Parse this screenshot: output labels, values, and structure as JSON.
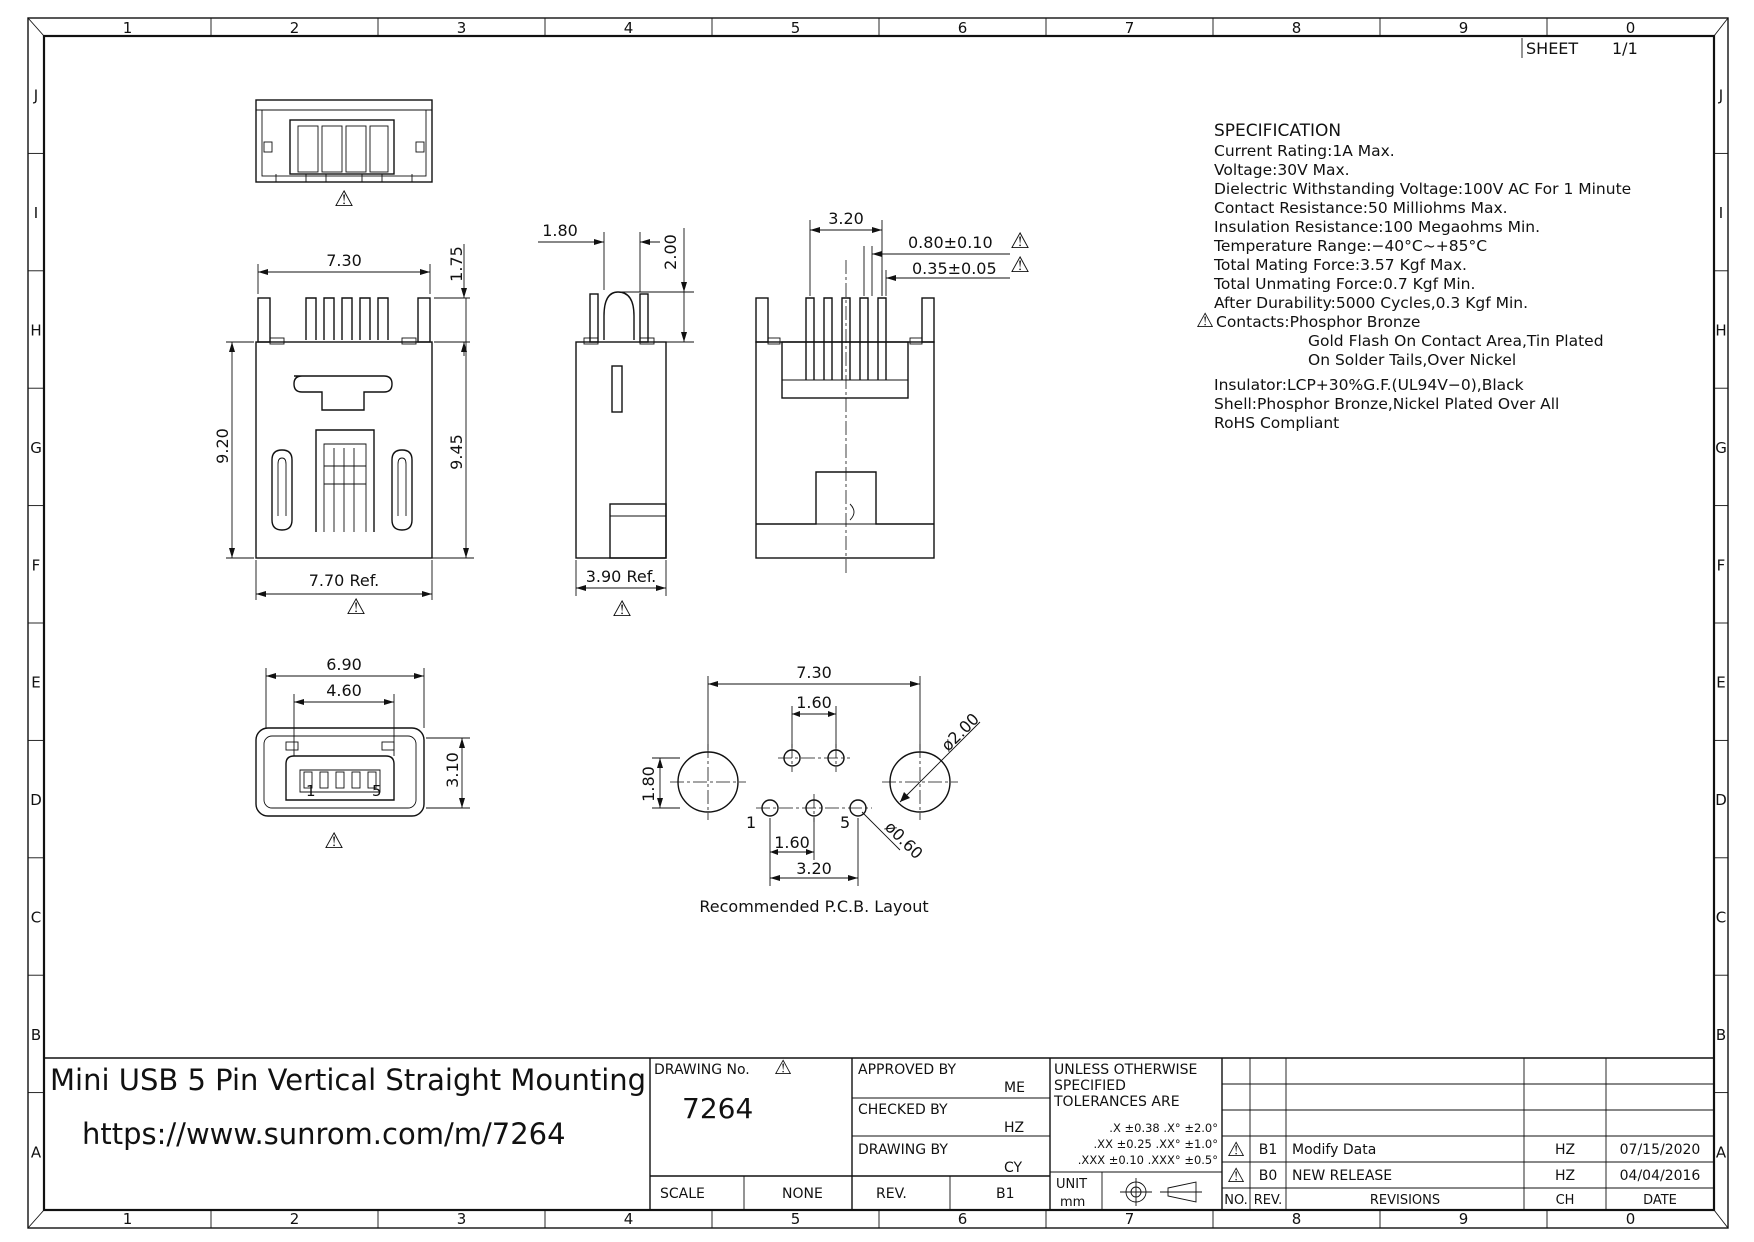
{
  "border": {
    "columns": [
      "1",
      "2",
      "3",
      "4",
      "5",
      "6",
      "7",
      "8",
      "9",
      "0"
    ],
    "rows": [
      "J",
      "I",
      "H",
      "G",
      "F",
      "E",
      "D",
      "C",
      "B",
      "A"
    ]
  },
  "sheet": {
    "label": "SHEET",
    "value": "1/1"
  },
  "warning_symbol": "⚠",
  "specification": {
    "heading": "SPECIFICATION",
    "lines": [
      "Current Rating:1A Max.",
      "Voltage:30V Max.",
      "Dielectric Withstanding Voltage:100V AC For 1 Minute",
      "Contact Resistance:50 Milliohms Max.",
      "Insulation Resistance:100 Megaohms Min.",
      "Temperature Range:−40°C~+85°C",
      "Total Mating Force:3.57 Kgf Max.",
      "Total Unmating Force:0.7 Kgf Min.",
      "After Durability:5000 Cycles,0.3 Kgf Min.",
      "Contacts:Phosphor Bronze",
      "Gold Flash On Contact Area,Tin Plated",
      "On Solder Tails,Over Nickel",
      "Insulator:LCP+30%G.F.(UL94V−0),Black",
      "Shell:Phosphor Bronze,Nickel Plated Over All",
      "RoHS Compliant"
    ]
  },
  "dims": {
    "d730": "7.30",
    "d175": "1.75",
    "d920": "9.20",
    "d945": "9.45",
    "d770": "7.70 Ref.",
    "d180": "1.80",
    "d200": "2.00",
    "d390": "3.90 Ref.",
    "d320": "3.20",
    "d080": "0.80±0.10",
    "d035": "0.35±0.05",
    "d690": "6.90",
    "d460": "4.60",
    "d310": "3.10",
    "pin1": "1",
    "pin5": "5",
    "pcb730": "7.30",
    "pcb160a": "1.60",
    "pcb180": "1.80",
    "pcb200": "ø2.00",
    "pcb060": "ø0.60",
    "pcb160b": "1.60",
    "pcb320": "3.20",
    "pcbpin1": "1",
    "pcbpin5": "5",
    "pcb_caption": "Recommended P.C.B. Layout"
  },
  "title_block": {
    "title": "Mini USB 5 Pin Vertical Straight Mounting",
    "url": "https://www.sunrom.com/m/7264",
    "drawing_no_label": "DRAWING No.",
    "drawing_no": "7264",
    "scale_label": "SCALE",
    "scale_value": "NONE",
    "rev_label": "REV.",
    "rev_value": "B1",
    "approved_label": "APPROVED BY",
    "approved_value": "ME",
    "checked_label": "CHECKED BY",
    "checked_value": "HZ",
    "drawn_label": "DRAWING BY",
    "drawn_value": "CY",
    "tol_line1": "UNLESS OTHERWISE",
    "tol_line2": "SPECIFIED",
    "tol_line3": "TOLERANCES ARE",
    "tol_x": ".X ±0.38 .X° ±2.0°",
    "tol_xx": ".XX ±0.25 .XX° ±1.0°",
    "tol_xxx": ".XXX ±0.10 .XXX° ±0.5°",
    "unit_label": "UNIT",
    "unit_value": "mm"
  },
  "revisions": {
    "headers": {
      "no": "NO.",
      "rev": "REV.",
      "desc": "REVISIONS",
      "ch": "CH",
      "date": "DATE"
    },
    "rows": [
      {
        "rev": "B1",
        "desc": "Modify Data",
        "ch": "HZ",
        "date": "07/15/2020"
      },
      {
        "rev": "B0",
        "desc": "NEW RELEASE",
        "ch": "HZ",
        "date": "04/04/2016"
      }
    ]
  }
}
